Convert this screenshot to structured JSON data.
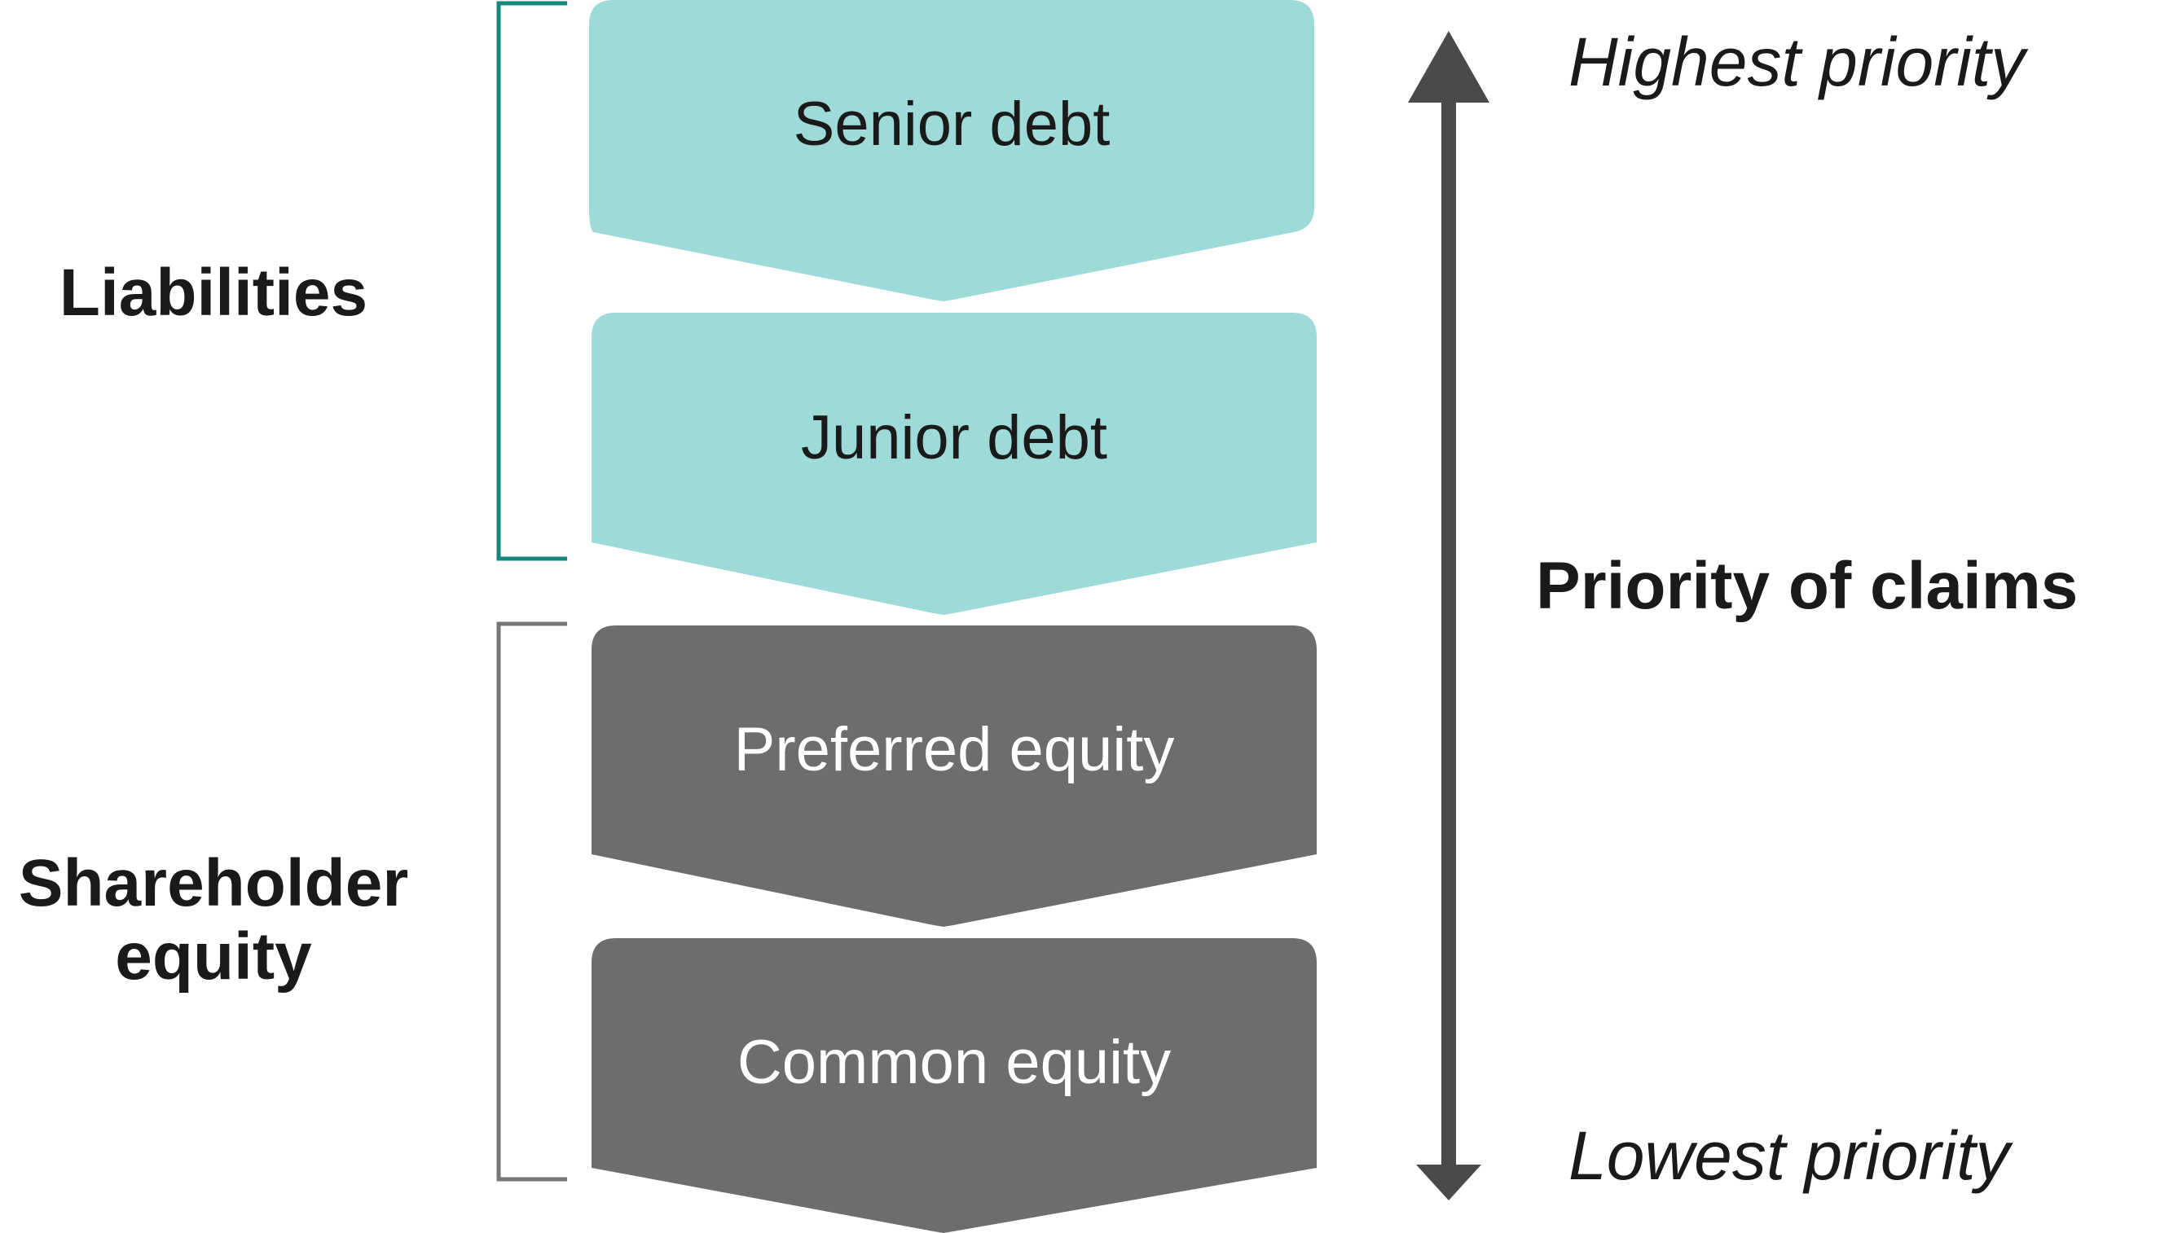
{
  "colors": {
    "debt_fill": "#9ddad8",
    "debt_text": "#1a1a1a",
    "equity_fill": "#6d6d6d",
    "equity_text": "#ffffff",
    "liabilities_bracket": "#17877f",
    "equity_bracket": "#777777",
    "arrow": "#4a4a4a"
  },
  "blocks": [
    {
      "label": "Senior debt",
      "kind": "debt"
    },
    {
      "label": "Junior debt",
      "kind": "debt"
    },
    {
      "label": "Preferred equity",
      "kind": "equity"
    },
    {
      "label": "Common equity",
      "kind": "equity"
    }
  ],
  "groups": {
    "liabilities": {
      "label": "Liabilities"
    },
    "shareholder_equity": {
      "line1": "Shareholder",
      "line2": "equity"
    }
  },
  "priority": {
    "highest": "Highest priority",
    "lowest": "Lowest priority",
    "axis_label": "Priority of claims"
  }
}
